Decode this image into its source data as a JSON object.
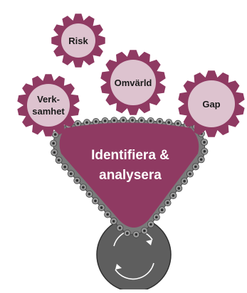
{
  "gears": [
    {
      "id": "risk",
      "label_lines": [
        "Risk"
      ]
    },
    {
      "id": "omvarld",
      "label_lines": [
        "Omvärld"
      ]
    },
    {
      "id": "verksamhet",
      "label_lines": [
        "Verk-",
        "samhet"
      ]
    },
    {
      "id": "gap",
      "label_lines": [
        "Gap"
      ]
    }
  ],
  "center": {
    "label_lines": [
      "Identifiera &",
      "analysera"
    ]
  },
  "cycle_icon": "cycle-arrows-icon",
  "colors": {
    "gear_body": "#8f3a62",
    "gear_face": "#ddc3cf",
    "hub": "#8f3a62",
    "chain_plate": "#9a9a9a",
    "chain_dot": "#2e2e2e",
    "sprocket": "#5e5e5e",
    "cycle_arrows": "#ffffff"
  }
}
